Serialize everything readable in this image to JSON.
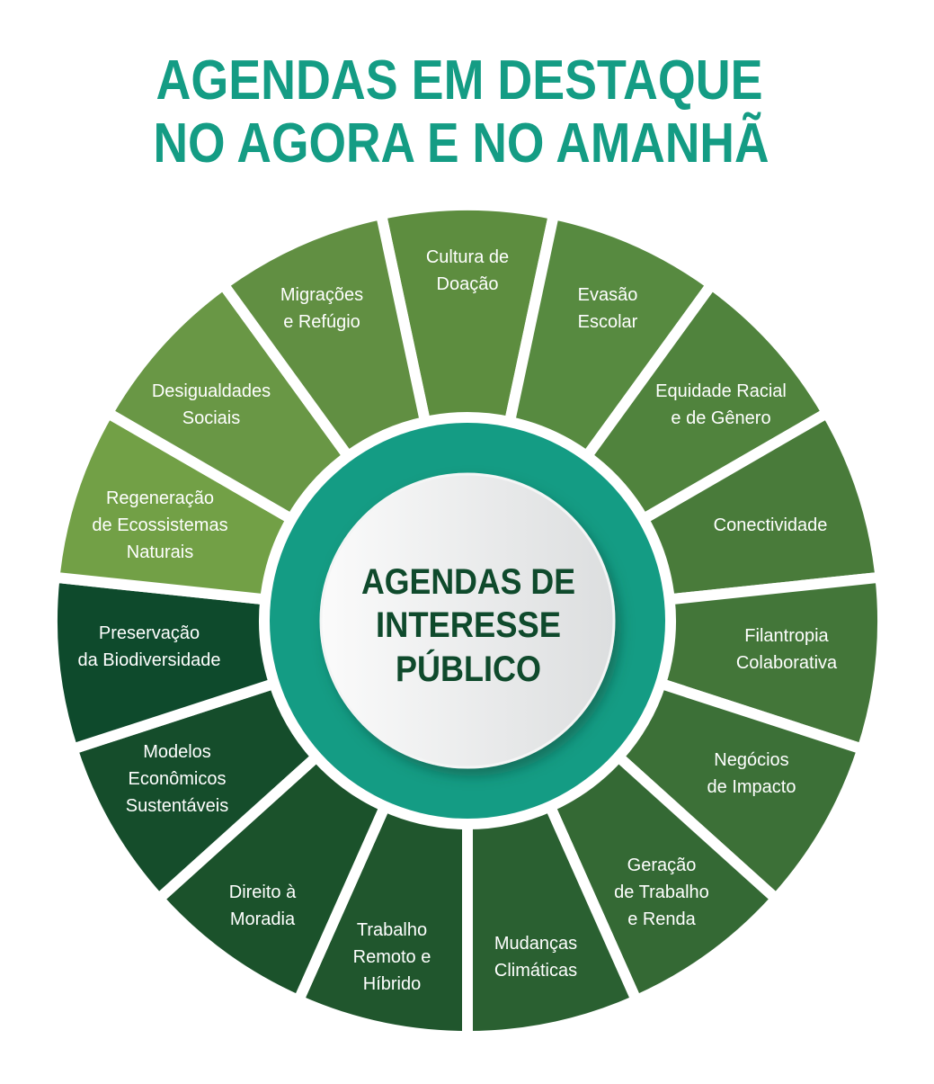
{
  "title": {
    "line1": "AGENDAS EM DESTAQUE",
    "line2": "NO AGORA E NO AMANHÃ"
  },
  "center": {
    "line1": "AGENDAS DE",
    "line2": "INTERESSE",
    "line3": "PÚBLICO"
  },
  "colors": {
    "title": "#149c84",
    "ring": "#149c84",
    "center_text": "#0f4a2c"
  },
  "segments": [
    {
      "lines": [
        "Cultura de",
        "Doação"
      ],
      "color": "#5d8d3f"
    },
    {
      "lines": [
        "Evasão",
        "Escolar"
      ],
      "color": "#578a40"
    },
    {
      "lines": [
        "Equidade Racial",
        "e de Gênero"
      ],
      "color": "#50833d"
    },
    {
      "lines": [
        "Conectividade"
      ],
      "color": "#497b3a"
    },
    {
      "lines": [
        "Filantropia",
        "Colaborativa"
      ],
      "color": "#437639"
    },
    {
      "lines": [
        "Negócios",
        "de Impacto"
      ],
      "color": "#3c7037"
    },
    {
      "lines": [
        "Geração",
        "de Trabalho",
        "e Renda"
      ],
      "color": "#346934"
    },
    {
      "lines": [
        "Mudanças",
        "Climáticas"
      ],
      "color": "#2a6031"
    },
    {
      "lines": [
        "Trabalho",
        "Remoto e",
        "Híbrido"
      ],
      "color": "#20562d"
    },
    {
      "lines": [
        "Direito à",
        "Moradia"
      ],
      "color": "#1b522b"
    },
    {
      "lines": [
        "Modelos",
        "Econômicos",
        "Sustentáveis"
      ],
      "color": "#154d2b"
    },
    {
      "lines": [
        "Preservação",
        "da Biodiversidade"
      ],
      "color": "#0e4a2c"
    },
    {
      "lines": [
        "Regeneração",
        "de Ecossistemas",
        "Naturais"
      ],
      "color": "#72a046"
    },
    {
      "lines": [
        "Desigualdades",
        "Sociais"
      ],
      "color": "#699745"
    },
    {
      "lines": [
        "Migrações",
        "e Refúgio"
      ],
      "color": "#618f42"
    }
  ]
}
